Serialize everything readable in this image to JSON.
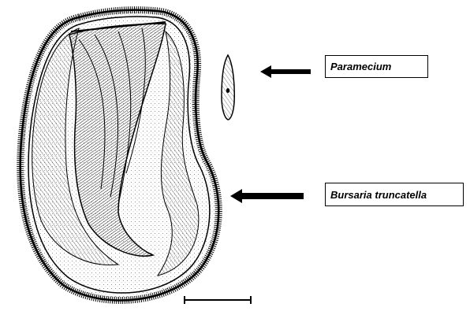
{
  "labels": {
    "paramecium": "Paramecium",
    "bursaria": "Bursaria truncatella"
  },
  "icons": [
    "paramecium-illustration",
    "bursaria-illustration",
    "arrow-left-icon",
    "scale-bar"
  ],
  "colors": {
    "ink": "#000000",
    "background": "#ffffff"
  }
}
